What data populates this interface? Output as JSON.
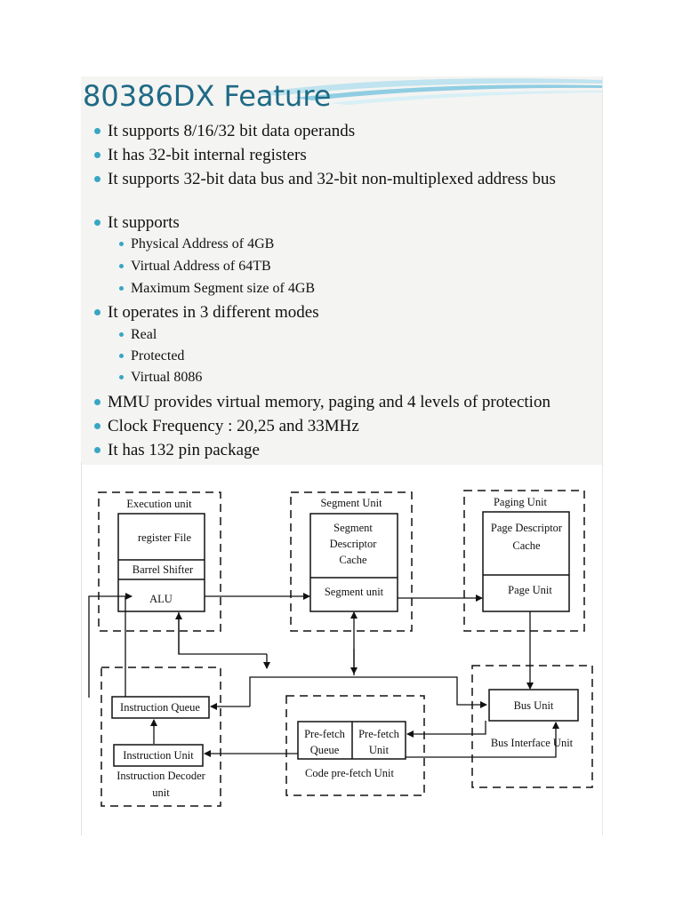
{
  "title": "80386DX Feature",
  "bullets": {
    "b1": "It supports 8/16/32 bit data operands",
    "b2": "It has 32-bit internal registers",
    "b3": "It supports 32-bit data bus and 32-bit non-multiplexed address bus",
    "b4": "It supports",
    "b4_sub": [
      "Physical Address of 4GB",
      "Virtual Address of 64TB",
      "Maximum Segment size of 4GB"
    ],
    "b5": "It operates in 3 different modes",
    "b5_sub": [
      "Real",
      "Protected",
      "Virtual 8086"
    ],
    "b6": "MMU provides virtual memory, paging and 4 levels of protection",
    "b7": "Clock Frequency : 20,25 and 33MHz",
    "b8": "It has 132 pin package"
  },
  "diagram": {
    "execution_unit": "Execution unit",
    "register_file": "register File",
    "barrel_shifter": "Barrel Shifter",
    "alu": "ALU",
    "segment_unit_title": "Segment Unit",
    "segment_descriptor": [
      "Segment",
      "Descriptor",
      "Cache"
    ],
    "segment_unit_box": "Segment unit",
    "paging_unit_title": "Paging Unit",
    "page_descriptor": [
      "Page Descriptor",
      "Cache"
    ],
    "page_unit": "Page Unit",
    "instruction_queue": "Instruction Queue",
    "instruction_unit": "Instruction Unit",
    "instruction_decoder": [
      "Instruction Decoder",
      "unit"
    ],
    "prefetch_queue": [
      "Pre-fetch",
      "Queue"
    ],
    "prefetch_unit": [
      "Pre-fetch",
      "Unit"
    ],
    "code_prefetch": "Code pre-fetch Unit",
    "bus_unit": "Bus Unit",
    "bus_interface": "Bus Interface Unit"
  }
}
